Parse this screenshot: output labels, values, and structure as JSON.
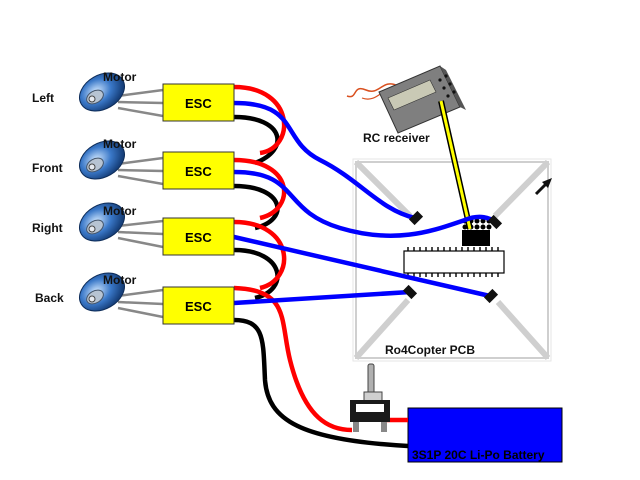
{
  "motors": [
    {
      "position": "Left",
      "motor_label": "Motor",
      "esc_label": "ESC"
    },
    {
      "position": "Front",
      "motor_label": "Motor",
      "esc_label": "ESC"
    },
    {
      "position": "Right",
      "motor_label": "Motor",
      "esc_label": "ESC"
    },
    {
      "position": "Back",
      "motor_label": "Motor",
      "esc_label": "ESC"
    }
  ],
  "receiver": {
    "label": "RC receiver"
  },
  "pcb": {
    "label": "Ro4Copter PCB"
  },
  "battery": {
    "label": "3S1P 20C Li-Po Battery"
  },
  "switch": {
    "icon": "toggle-switch-icon"
  },
  "colors": {
    "signal_wire": "#0000ff",
    "power_positive": "#ff0000",
    "power_negative": "#000000",
    "esc_fill": "#ffff00",
    "battery_fill": "#0000ff",
    "receiver_wire": "#ffff00"
  }
}
